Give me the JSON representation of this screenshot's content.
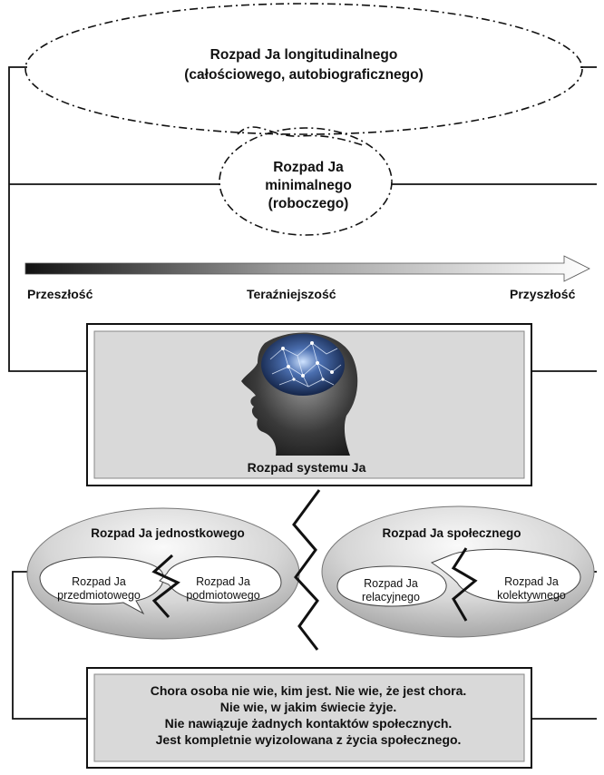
{
  "top_oval": {
    "line1": "Rozpad Ja longitudinalnego",
    "line2": "(całościowego, autobiograficznego)"
  },
  "middle_oval": {
    "line1": "Rozpad Ja",
    "line2": "minimalnego",
    "line3": "(roboczego)"
  },
  "timeline": {
    "past": "Przeszłość",
    "present": "Teraźniejszość",
    "future": "Przyszłość"
  },
  "system_box": {
    "caption": "Rozpad systemu Ja",
    "image": "head-with-glowing-brain-network"
  },
  "left_oval": {
    "title": "Rozpad Ja jednostkowego",
    "bubble_left_line1": "Rozpad Ja",
    "bubble_left_line2": "przedmiotowego",
    "bubble_right_line1": "Rozpad Ja",
    "bubble_right_line2": "podmiotowego"
  },
  "right_oval": {
    "title": "Rozpad Ja społecznego",
    "bubble_left_line1": "Rozpad Ja",
    "bubble_left_line2": "relacyjnego",
    "bubble_right_line1": "Rozpad Ja",
    "bubble_right_line2": "kolektywnego"
  },
  "bottom_box": {
    "line1": "Chora osoba nie wie, kim jest. Nie wie, że jest chora.",
    "line2": "Nie wie, w jakim świecie żyje.",
    "line3": "Nie nawiązuje żadnych kontaktów społecznych.",
    "line4": "Jest kompletnie wyizolowana z życia społecznego."
  }
}
